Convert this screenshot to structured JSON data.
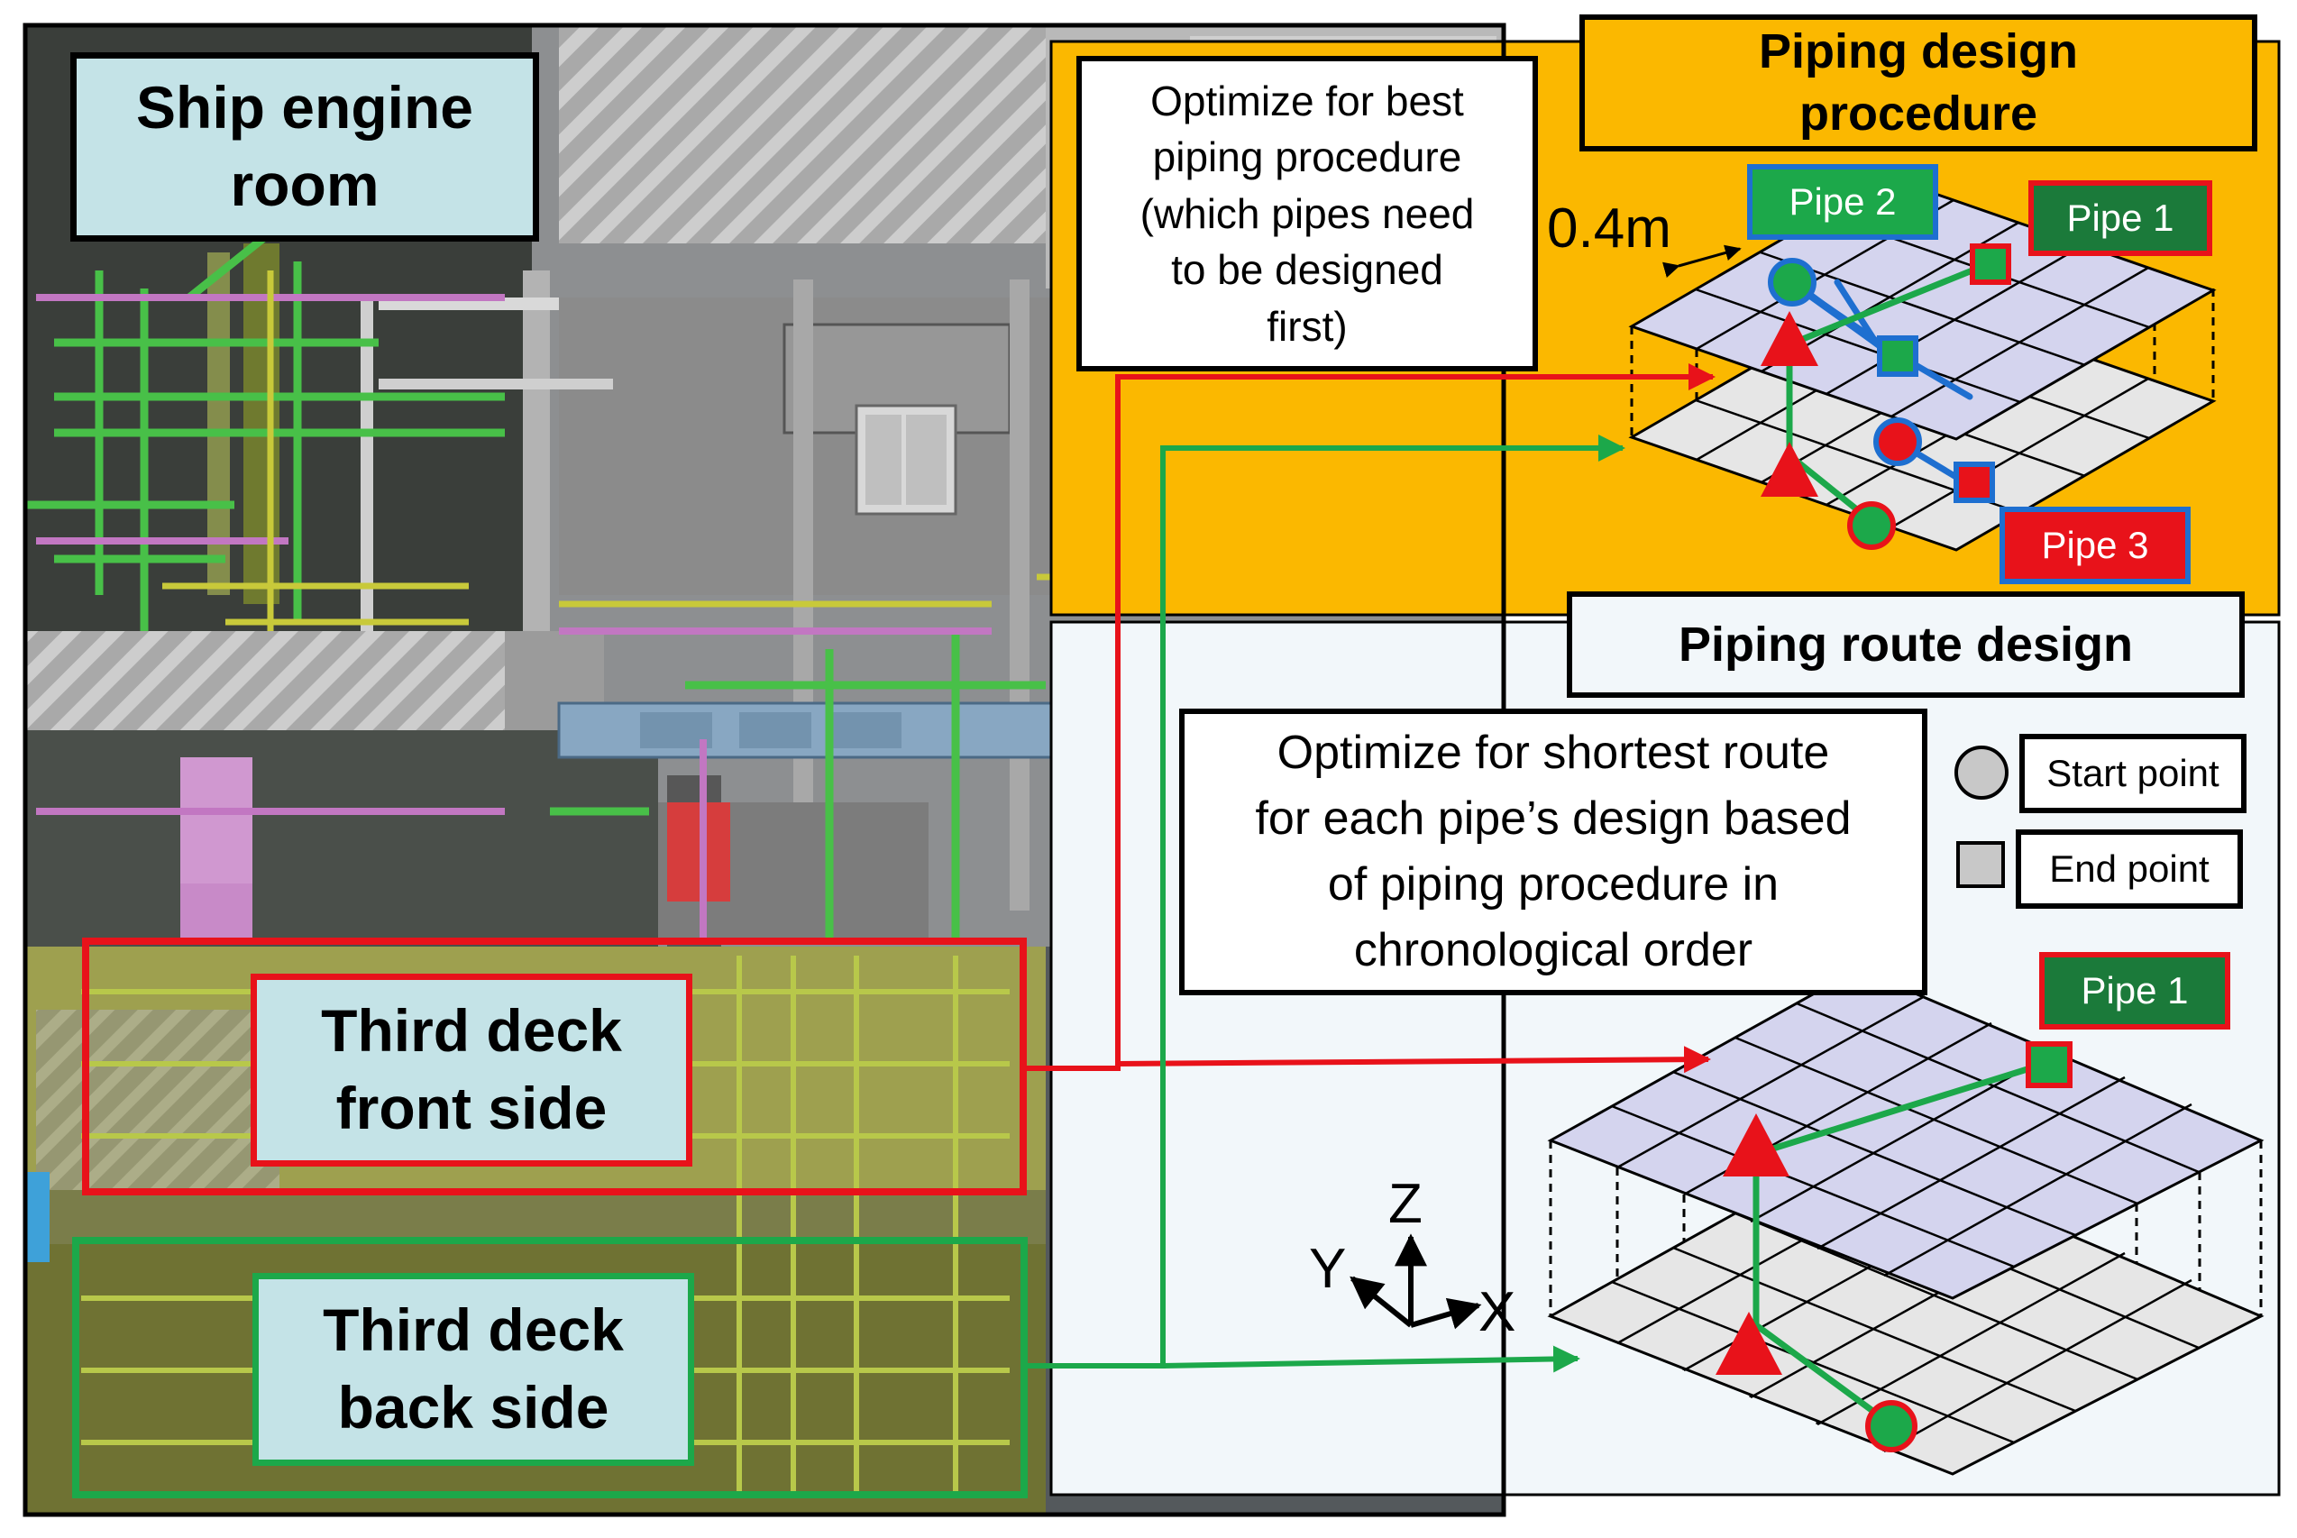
{
  "engine_room": {
    "title": "Ship engine\nroom",
    "front_label": "Third deck\nfront side",
    "back_label": "Third deck\nback side"
  },
  "procedure_panel": {
    "title": "Piping design\nprocedure",
    "description": "Optimize for best\npiping procedure\n(which pipes need\nto be designed\nfirst)",
    "grid_size_label": "0.4m",
    "pipe_tags": [
      "Pipe 2",
      "Pipe 1",
      "Pipe 3"
    ]
  },
  "route_panel": {
    "title": "Piping route design",
    "description": "Optimize for shortest route\nfor each pipe’s design based\nof piping procedure in\nchronological order",
    "legend_start": "Start point",
    "legend_end": "End point",
    "pipe_tag": "Pipe 1",
    "axes": [
      "Z",
      "Y",
      "X"
    ]
  },
  "colors": {
    "red": "#e8121a",
    "green": "#1ca84a",
    "blue": "#1e6fd0",
    "procedure_bg": "#fbb800",
    "route_bg": "#f2f7fa",
    "upper_grid": "#d4d4ee",
    "lower_grid": "#e6e6e6"
  }
}
